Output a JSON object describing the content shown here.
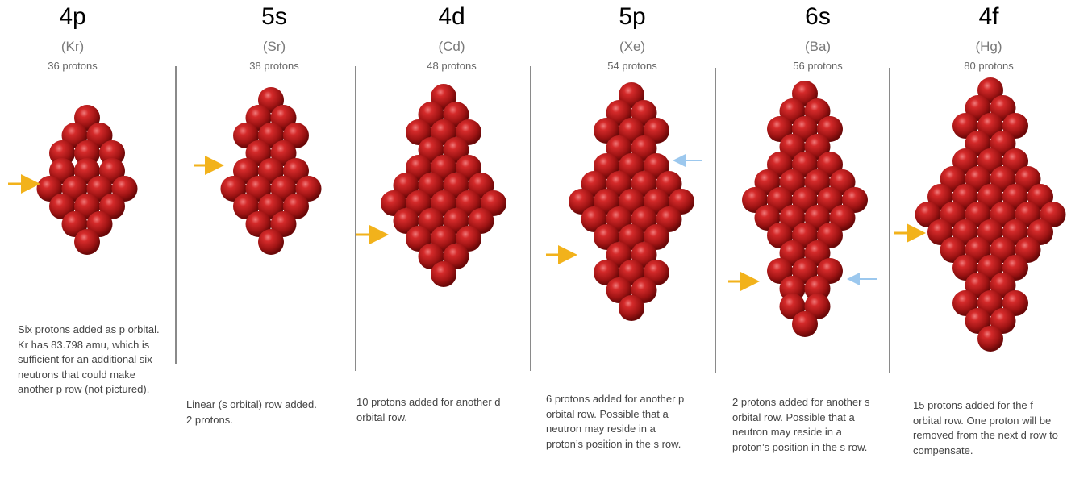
{
  "columns": [
    {
      "orbital": "4p",
      "element": "(Kr)",
      "protons": "36 protons",
      "description": "Six protons added as p orbital. Kr has 83.798 amu, which is sufficient for an additional six neutrons that could make another p row (not pictured)."
    },
    {
      "orbital": "5s",
      "element": "(Sr)",
      "protons": "38 protons",
      "description": "Linear (s orbital) row added. 2 protons."
    },
    {
      "orbital": "4d",
      "element": "(Cd)",
      "protons": "48 protons",
      "description": "10 protons added for another d orbital row."
    },
    {
      "orbital": "5p",
      "element": "(Xe)",
      "protons": "54 protons",
      "description": "6 protons added for another p orbital row. Possible that a neutron may reside in a proton’s position in the s row."
    },
    {
      "orbital": "6s",
      "element": "(Ba)",
      "protons": "56 protons",
      "description": "2 protons added for another s orbital row. Possible that a neutron may reside in a proton’s position in the s row."
    },
    {
      "orbital": "4f",
      "element": "(Hg)",
      "protons": "80 protons",
      "description": "15 protons added for the f orbital row. One proton will be removed from the next d row to compensate."
    }
  ],
  "colors": {
    "proton": "#b01818",
    "proton_highlight": "#f07a7a",
    "neutron": "#6aa9e0",
    "new_row_arrow": "#f2b21b",
    "neutron_arrow": "#9cc8ee",
    "divider": "#8a8a8a"
  }
}
